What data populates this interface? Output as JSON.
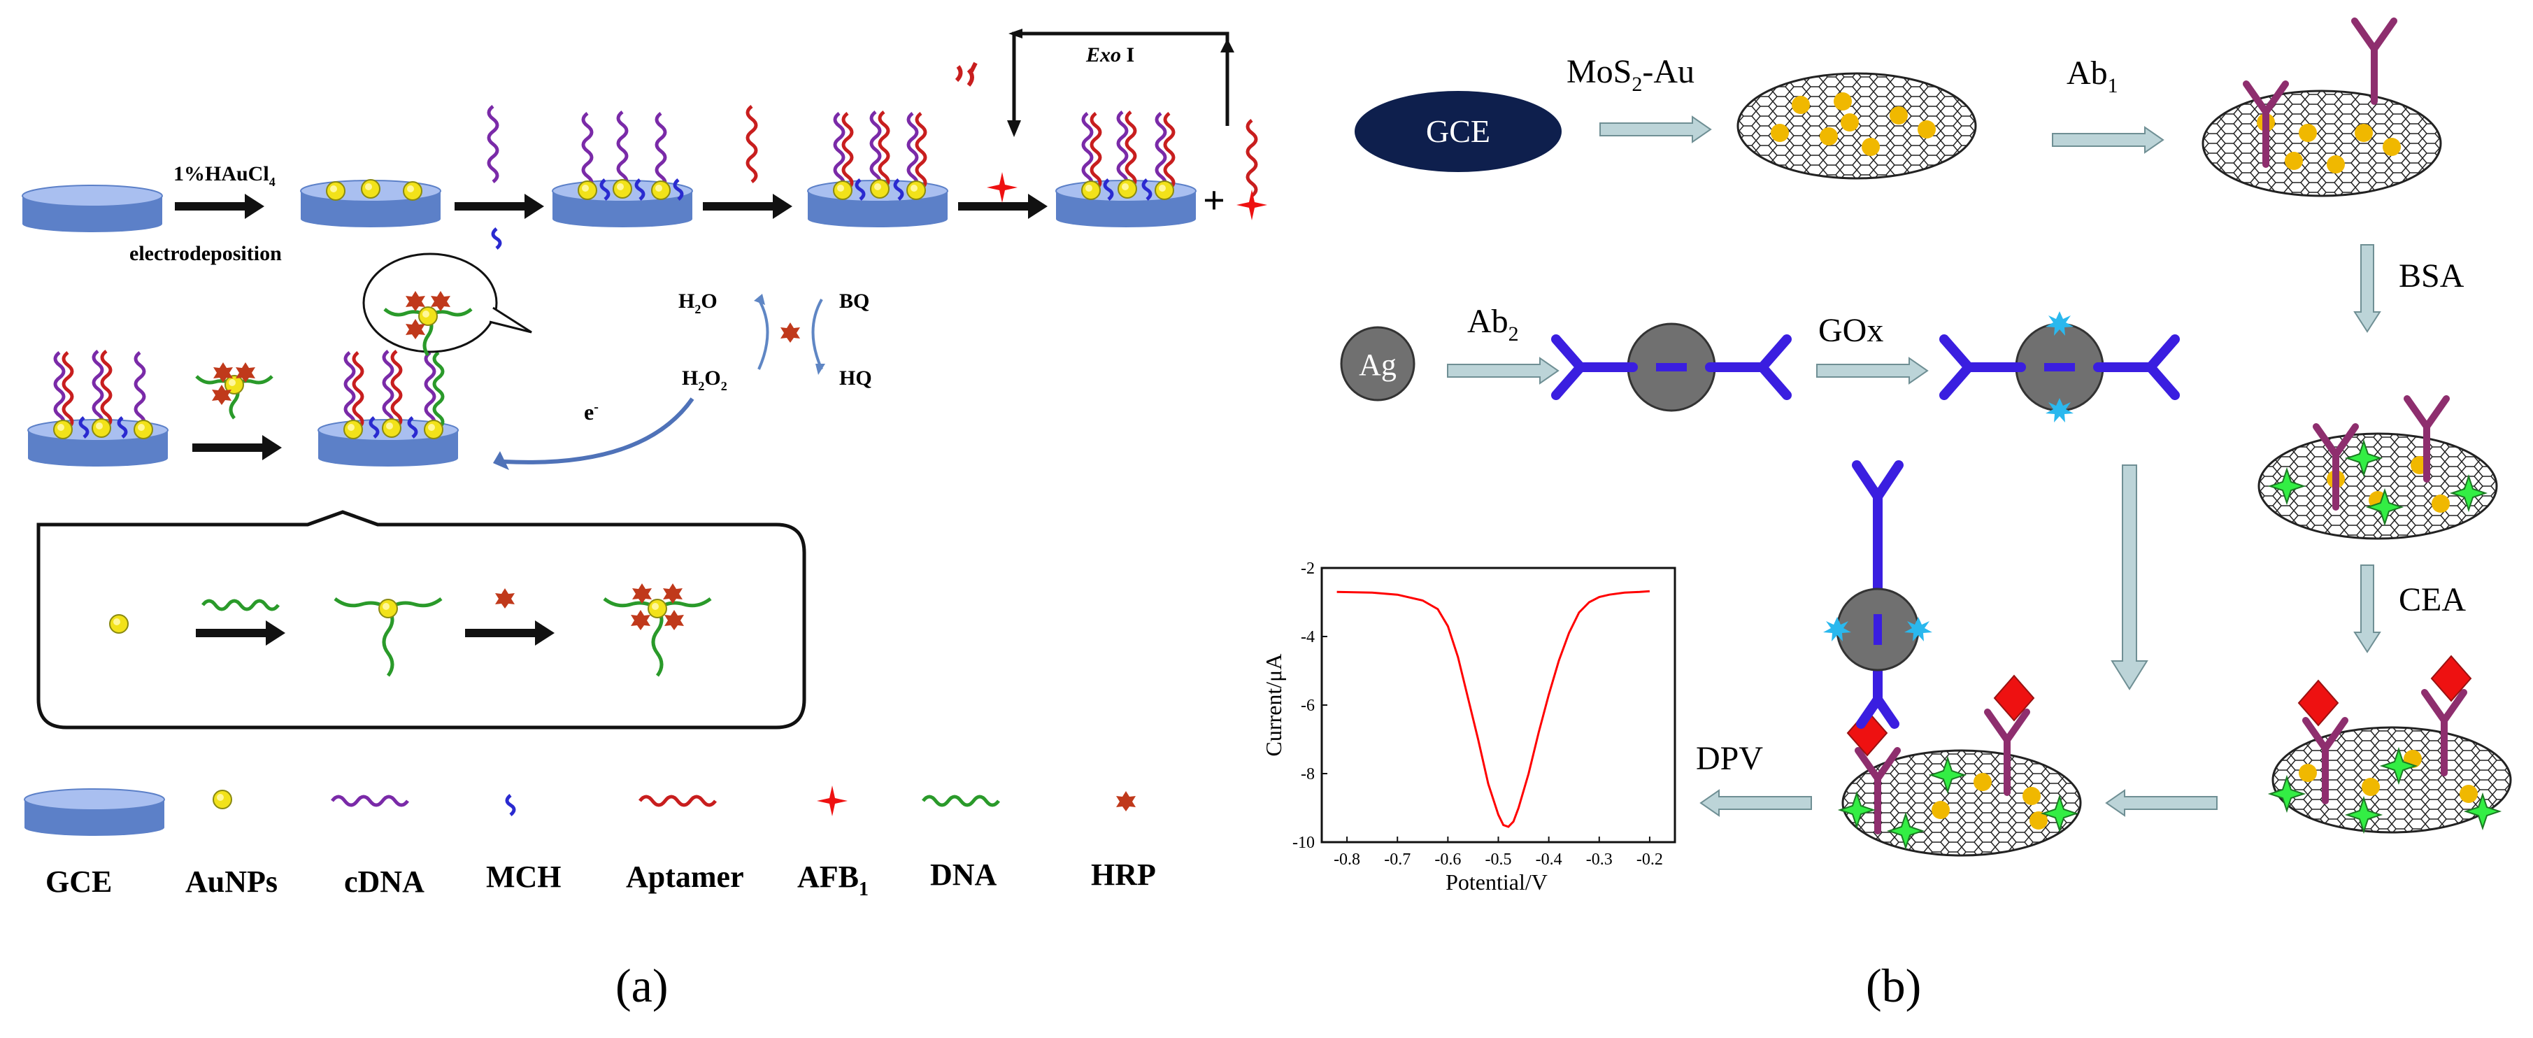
{
  "panel_a": {
    "caption": "(a)",
    "step1_reagent": "1%HAuCl",
    "step1_reagent_sub": "4",
    "step1_method": "electrodeposition",
    "exo_label": "Exo",
    "exo_label_suffix": " I",
    "h2o": "H",
    "h2o_sub": "2",
    "h2o_tail": "O",
    "h2o2": "H",
    "h2o2_sub1": "2",
    "h2o2_mid": "O",
    "h2o2_sub2": "2",
    "bq": "BQ",
    "hq": "HQ",
    "electron": "e",
    "electron_sup": "-",
    "plus": "+",
    "legend": {
      "gce": "GCE",
      "aunps": "AuNPs",
      "cdna": "cDNA",
      "mch": "MCH",
      "aptamer": "Aptamer",
      "afb": "AFB",
      "afb_sub": "1",
      "dna": "DNA",
      "hrp": "HRP"
    }
  },
  "panel_b": {
    "caption": "(b)",
    "gce": "GCE",
    "mos2_a": "MoS",
    "mos2_sub": "2",
    "mos2_b": "-Au",
    "ab1": "Ab",
    "ab1_sub": "1",
    "bsa": "BSA",
    "ag": "Ag",
    "ab2": "Ab",
    "ab2_sub": "2",
    "gox": "GOx",
    "cea": "CEA",
    "dpv": "DPV"
  },
  "chart_data": {
    "type": "line",
    "xlabel": "Potential/V",
    "ylabel": "Current/μA",
    "xlim": [
      -0.85,
      -0.15
    ],
    "ylim": [
      -10,
      -2
    ],
    "xticks": [
      -0.8,
      -0.7,
      -0.6,
      -0.5,
      -0.4,
      -0.3,
      -0.2
    ],
    "yticks": [
      -2,
      -4,
      -6,
      -8,
      -10
    ],
    "xtick_labels": [
      "-0.8",
      "-0.7",
      "-0.6",
      "-0.5",
      "-0.4",
      "-0.3",
      "-0.2"
    ],
    "ytick_labels": [
      "-2",
      "-4",
      "-6",
      "-8",
      "-10"
    ],
    "series_color": "#ff0000",
    "x": [
      -0.82,
      -0.75,
      -0.7,
      -0.65,
      -0.62,
      -0.6,
      -0.58,
      -0.56,
      -0.54,
      -0.52,
      -0.5,
      -0.49,
      -0.48,
      -0.47,
      -0.46,
      -0.44,
      -0.42,
      -0.4,
      -0.38,
      -0.36,
      -0.34,
      -0.32,
      -0.3,
      -0.28,
      -0.25,
      -0.22,
      -0.2
    ],
    "y": [
      -2.7,
      -2.72,
      -2.78,
      -2.95,
      -3.2,
      -3.7,
      -4.6,
      -5.8,
      -7.0,
      -8.3,
      -9.2,
      -9.5,
      -9.55,
      -9.4,
      -9.0,
      -8.0,
      -6.8,
      -5.7,
      -4.7,
      -3.9,
      -3.3,
      -3.0,
      -2.85,
      -2.78,
      -2.72,
      -2.7,
      -2.68
    ]
  },
  "colors": {
    "electrode_top": "#9fb6e8",
    "electrode_side": "#5c80c8",
    "gold": "#f2e21a",
    "purple": "#7a2aa8",
    "blue": "#2a2ad0",
    "red": "#c81e1e",
    "green": "#2a9a2a",
    "hrp": "#c0391b",
    "navy": "#0e1f4d",
    "antibody": "#8e2e6e",
    "ab2": "#3a1ee0",
    "gox": "#2ab8ee",
    "arrow_fill": "#bcd4d8",
    "star": "#33ee44",
    "diamond": "#ee1111",
    "node": "#f0b800"
  }
}
